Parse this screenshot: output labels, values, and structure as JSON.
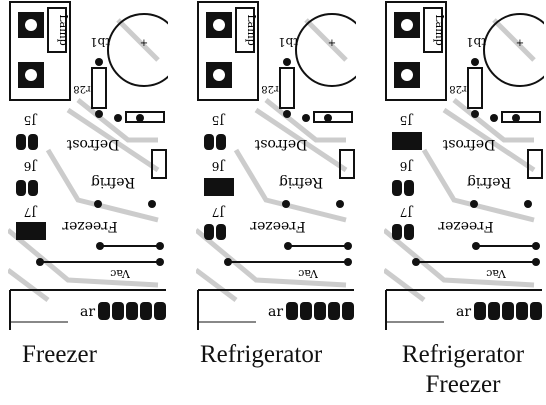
{
  "board_labels": {
    "lamp": "Lamp",
    "tb1": "tb1",
    "r28": "r28",
    "j5": "J5",
    "defrost": "Defrost",
    "j6": "J6",
    "refrig": "Refrig",
    "j7": "J7",
    "freezer": "Freezer",
    "vac": "Vac",
    "ar": "ar"
  },
  "panels": [
    {
      "caption_lines": [
        "Freezer"
      ],
      "jumpered_position": "J7"
    },
    {
      "caption_lines": [
        "Refrigerator"
      ],
      "jumpered_position": "J6"
    },
    {
      "caption_lines": [
        "Refrigerator",
        "Freezer"
      ],
      "jumpered_position": "J5"
    }
  ],
  "colors": {
    "ink": "#111111",
    "trace": "#cfcfcf",
    "board": "#ffffff"
  }
}
